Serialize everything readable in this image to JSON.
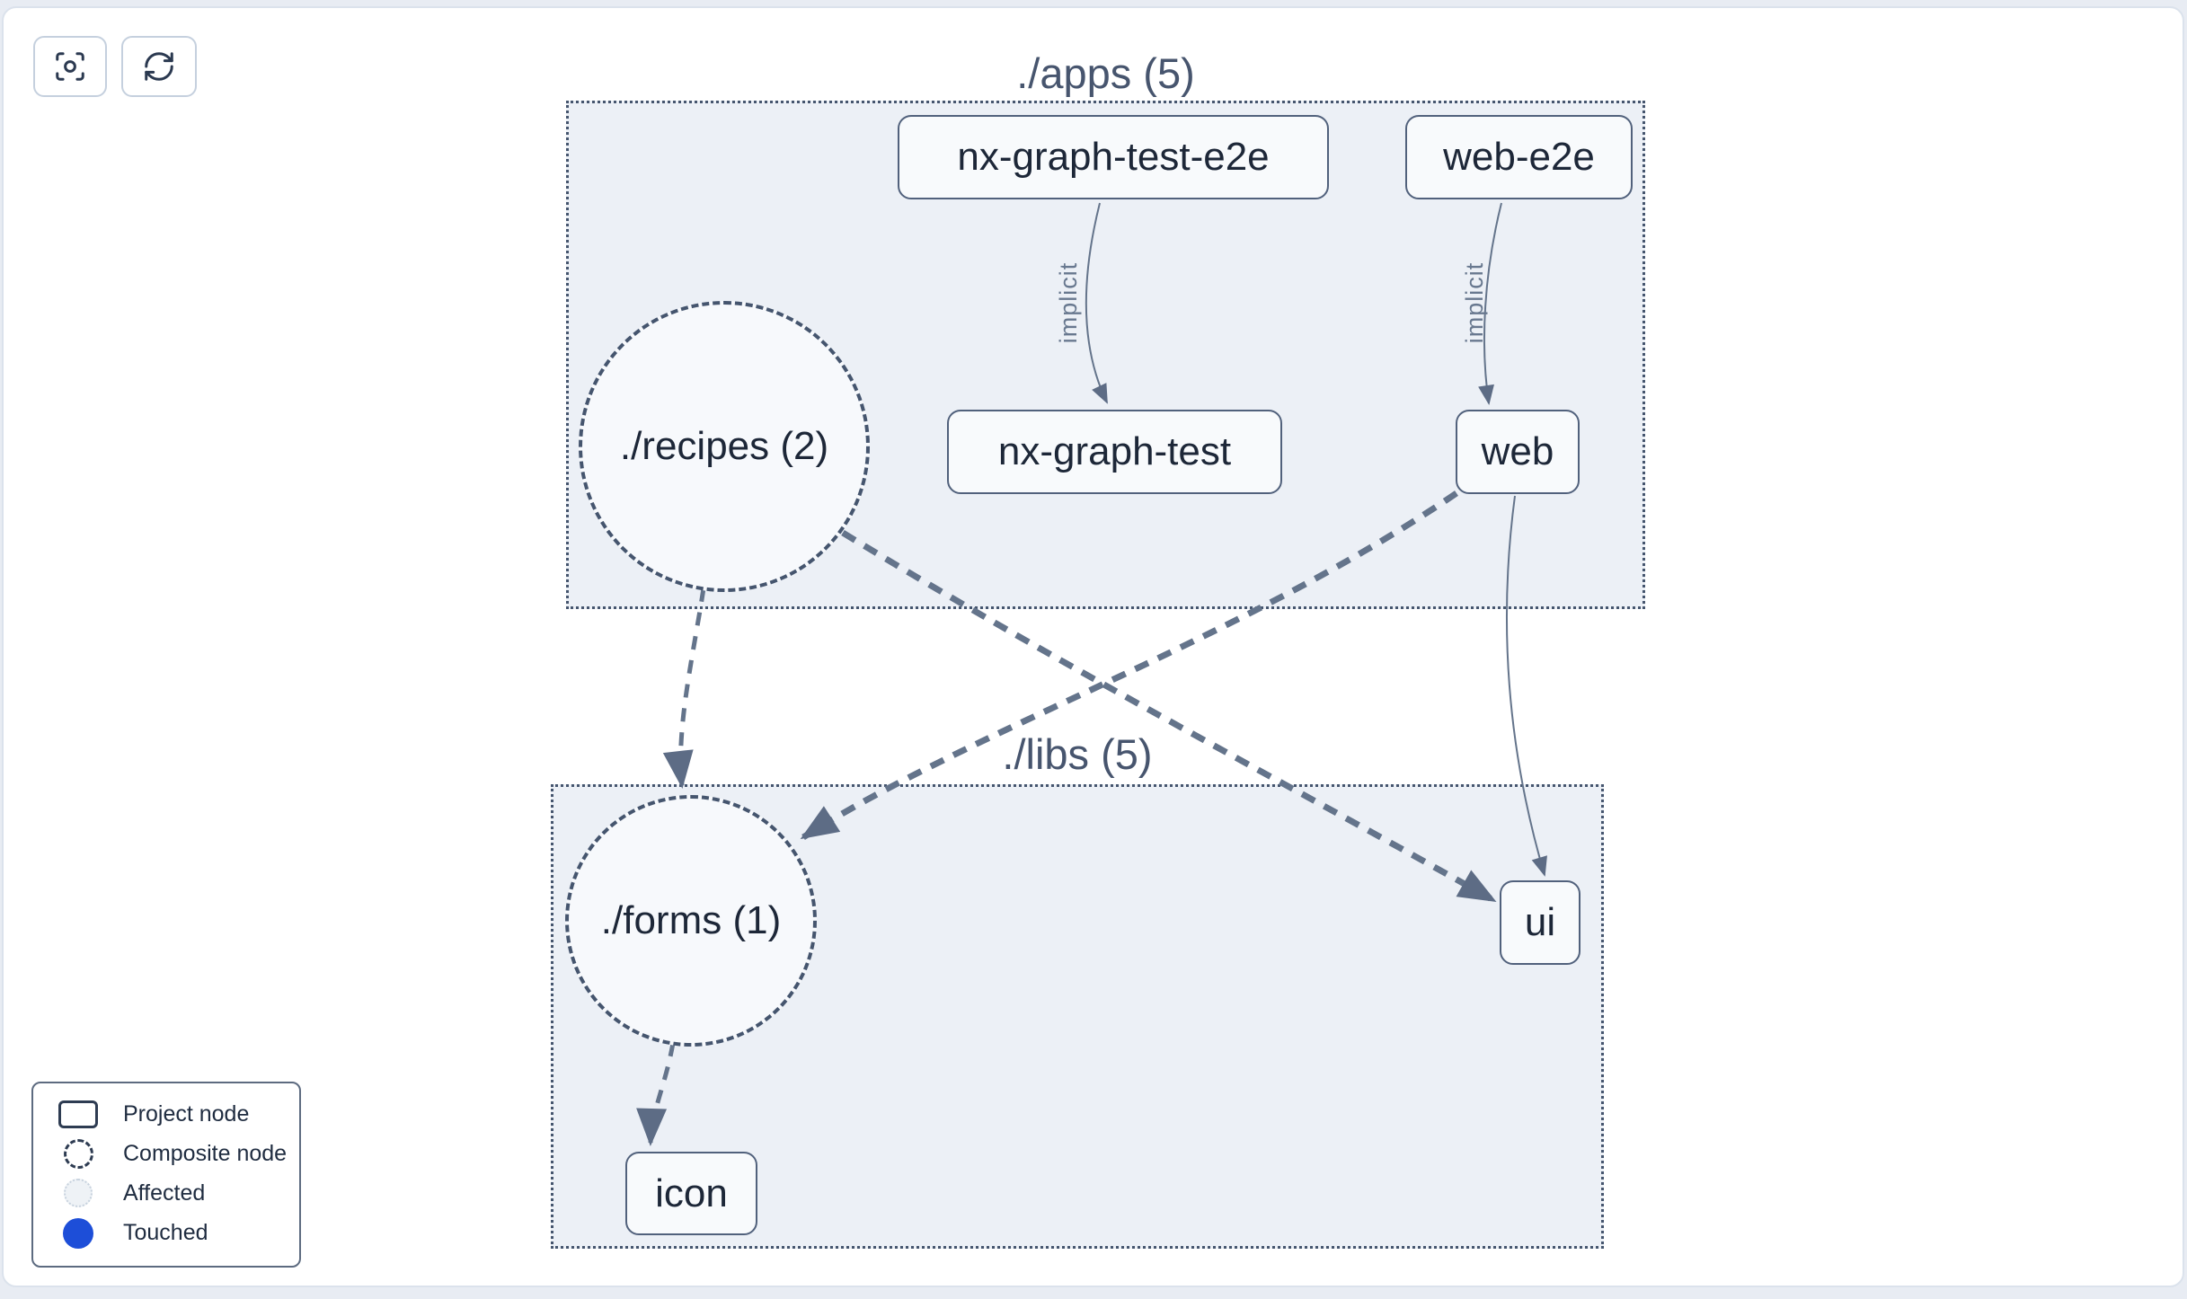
{
  "toolbar": {
    "buttons": [
      {
        "icon": "focus-icon"
      },
      {
        "icon": "refresh-icon"
      }
    ]
  },
  "graph": {
    "groups": [
      {
        "id": "apps",
        "label": "./apps (5)"
      },
      {
        "id": "libs",
        "label": "./libs (5)"
      }
    ],
    "composite_nodes": [
      {
        "id": "recipes",
        "label": "./recipes (2)",
        "group": "apps"
      },
      {
        "id": "forms",
        "label": "./forms (1)",
        "group": "libs"
      }
    ],
    "project_nodes": [
      {
        "id": "nx-graph-test-e2e",
        "label": "nx-graph-test-e2e",
        "group": "apps"
      },
      {
        "id": "web-e2e",
        "label": "web-e2e",
        "group": "apps"
      },
      {
        "id": "nx-graph-test",
        "label": "nx-graph-test",
        "group": "apps"
      },
      {
        "id": "web",
        "label": "web",
        "group": "apps"
      },
      {
        "id": "ui",
        "label": "ui",
        "group": "libs"
      },
      {
        "id": "icon",
        "label": "icon",
        "group": "libs"
      }
    ],
    "edges": [
      {
        "from": "nx-graph-test-e2e",
        "to": "nx-graph-test",
        "label": "implicit",
        "style": "solid"
      },
      {
        "from": "web-e2e",
        "to": "web",
        "label": "implicit",
        "style": "solid"
      },
      {
        "from": "web",
        "to": "ui",
        "label": "",
        "style": "solid"
      },
      {
        "from": "./recipes (2)",
        "to": "./forms (1)",
        "label": "",
        "style": "dashed"
      },
      {
        "from": "./recipes (2)",
        "to": "ui",
        "label": "",
        "style": "dashed"
      },
      {
        "from": "web",
        "to": "./forms (1)",
        "label": "",
        "style": "dashed"
      },
      {
        "from": "./forms (1)",
        "to": "icon",
        "label": "",
        "style": "dashed"
      }
    ]
  },
  "legend": {
    "items": [
      {
        "swatch": "project-node",
        "label": "Project node"
      },
      {
        "swatch": "composite-node",
        "label": "Composite node"
      },
      {
        "swatch": "affected",
        "label": "Affected"
      },
      {
        "swatch": "touched",
        "label": "Touched"
      }
    ]
  },
  "colors": {
    "touched_blue": "#1d4ed8",
    "edge": "#64748b",
    "container_fill": "#ecf0f6",
    "container_border": "#45556e",
    "node_fill": "#f8fafc",
    "node_border": "#51617c",
    "text": "#1d2738",
    "group_label": "#47556e",
    "page_background": "#e8ecf3"
  }
}
